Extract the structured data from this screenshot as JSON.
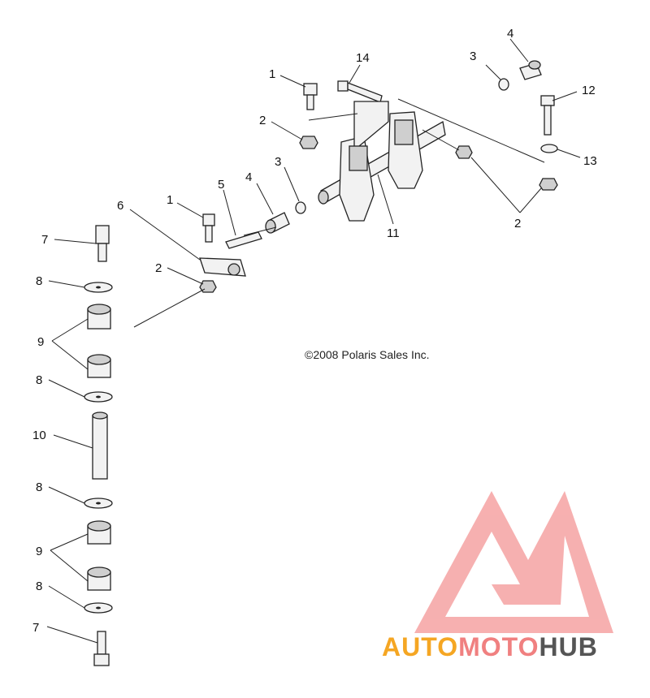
{
  "copyright": "©2008 Polaris Sales Inc.",
  "callouts": [
    "1",
    "2",
    "3",
    "4",
    "5",
    "6",
    "7",
    "8",
    "9",
    "10",
    "11",
    "12",
    "13",
    "14"
  ],
  "watermark": {
    "part1": "AUTO",
    "part2": "MOTO",
    "part3": "HUB",
    "color_primary": "#f5a623",
    "color_accent": "#f08080",
    "color_dark": "#555555"
  }
}
